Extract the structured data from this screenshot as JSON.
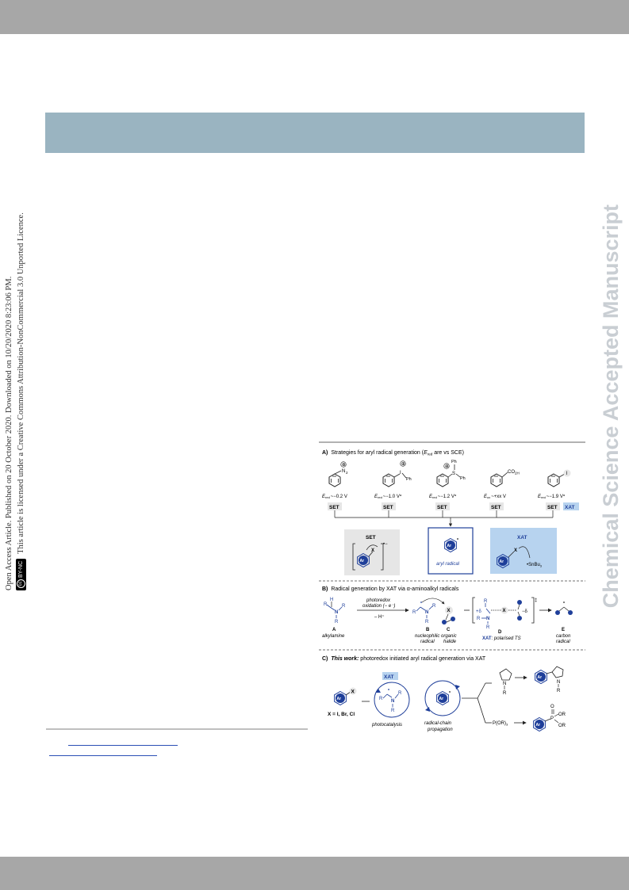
{
  "left_margin": {
    "line1": "Open Access Article. Published on 20 October 2020. Downloaded on 10/20/2020 8:23:06 PM.",
    "line2": "This article is licensed under a Creative Commons Attribution-NonCommercial 3.0 Unported Licence.",
    "badge_cc": "cc",
    "badge_text": "BY-NC"
  },
  "right_watermark": "Chemical Science Accepted Manuscript",
  "figure": {
    "a_title_label": "A)",
    "a_title_text": "Strategies for aryl radical generation (",
    "a_title_e": "E",
    "a_title_sub": "red",
    "a_title_end": " are vs SCE)",
    "reagents": [
      {
        "charge": "⊕",
        "group": "N",
        "sub": "2",
        "E": "E",
        "sub_e": "red",
        "value": "~−0.2 V",
        "sup": "",
        "tag": "SET"
      },
      {
        "charge": "⊕",
        "group": "I",
        "sub": "Ph",
        "E": "E",
        "sub_e": "red",
        "value": "~−1.0 V",
        "sup": "a",
        "tag": "SET"
      },
      {
        "charge": "⊕",
        "group": "S",
        "sub": "Ph",
        "E": "E",
        "sub_e": "red",
        "value": "~−1.2 V",
        "sup": "a",
        "tag": "SET"
      },
      {
        "charge": "",
        "group": "CO",
        "sub": "2H",
        "E": "E",
        "sub_e": "ox",
        "value": "~+xx V",
        "sup": "",
        "tag": "SET"
      },
      {
        "charge": "",
        "group": "I",
        "sub": "",
        "E": "E",
        "sub_e": "red",
        "value": "~−1.9 V",
        "sup": "a",
        "tag": "SET"
      }
    ],
    "ph_label": "Ph",
    "xat_tag": "XAT",
    "set_box_label": "SET",
    "set_box_x": "X",
    "set_box_charge": "•−",
    "ar_label": "Ar",
    "aryl_radical_label": "aryl radical",
    "xat_box_label": "XAT",
    "xat_box_x": "X",
    "xat_box_sn": "•SnBu",
    "xat_box_sn_sub": "3",
    "b_title_label": "B)",
    "b_title_text": "Radical generation by XAT via α-aminoalkyl radicals",
    "photoredox_1": "photoredox",
    "photoredox_2": "oxidation (− e⁻)",
    "minus_h": "– H⁺",
    "label_A": "A",
    "label_A_desc": "alkylamine",
    "label_B": "B",
    "label_B_desc1": "nucleophilic",
    "label_B_desc2": "radical",
    "label_C": "C",
    "label_C_desc1": "organic",
    "label_C_desc2": "halide",
    "label_D": "D",
    "label_D_xat": "XAT",
    "label_D_desc": ": polarised TS",
    "label_E": "E",
    "label_E_desc1": "carbon",
    "label_E_desc2": "radical",
    "atom_R": "R",
    "atom_N": "N",
    "atom_H": "H",
    "atom_X": "X",
    "dagger": "‡",
    "delta_plus": "+δ",
    "delta_minus": "−δ",
    "c_title_label": "C)",
    "c_title_bold": "This work:",
    "c_title_text": " photoredox initiated aryl radical generation via XAT",
    "xi_label": "X = I, Br, Cl",
    "c_xat_tag": "XAT",
    "photocatalysis": "photocatalysis",
    "radical_chain_1": "radical-chain",
    "radical_chain_2": "propagation",
    "por3": "P(OR)",
    "por3_sub": "3",
    "p_label": "P",
    "o_label": "O",
    "or_label": "OR"
  },
  "colors": {
    "header_bar": "#a7a7a7",
    "title_band": "#9ab4c1",
    "figure_blue": "#1f3f9a",
    "set_box": "#e6e6e6",
    "xat_box": "#b7d3ef",
    "xat_tag": "#b7d3ef"
  }
}
